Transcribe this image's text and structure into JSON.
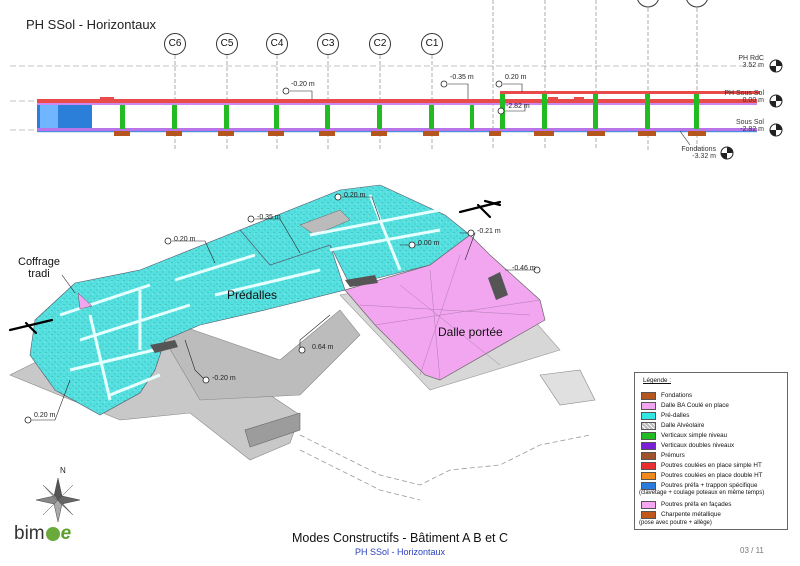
{
  "header": {
    "title": "PH SSol - Horizontaux"
  },
  "section": {
    "columns": [
      "C6",
      "C5",
      "C4",
      "C3",
      "C2",
      "C1"
    ],
    "levels": [
      {
        "name": "PH RdC",
        "value": "3.52 m"
      },
      {
        "name": "PH Sous Sol",
        "value": "0.00 m"
      },
      {
        "name": "Sous Sol",
        "value": "-2.82 m"
      },
      {
        "name": "Fondations",
        "value": "-3.32 m"
      }
    ],
    "callouts": [
      "-0.20 m",
      "-0.35 m",
      "0.20 m",
      "-2.82 m"
    ]
  },
  "plan": {
    "callouts": [
      "0.20 m",
      "-0.35 m",
      "0.20 m",
      "0.00 m",
      "-0.21 m",
      "-0.46 m",
      "0.64 m",
      "-0.20 m",
      "0.20 m"
    ],
    "labels": {
      "coffrage": "Coffrage\ntradi",
      "predalles": "Prédalles",
      "dalle": "Dalle portée"
    }
  },
  "legend": {
    "title": "Légende :",
    "items": [
      {
        "label": "Fondations",
        "color": "#b5561f"
      },
      {
        "label": "Dalle BA Coulé en place",
        "color": "#f2a6ef"
      },
      {
        "label": "Pré-dalles",
        "color": "#33e6e6"
      },
      {
        "label": "Dalle Alvéolaire",
        "color": "#cccccc"
      },
      {
        "label": "Verticaux simple niveau",
        "color": "#22bb22"
      },
      {
        "label": "Verticaux doubles niveaux",
        "color": "#7a1fd6"
      },
      {
        "label": "Prémurs",
        "color": "#a0522d"
      },
      {
        "label": "Poutres coulées en place simple HT",
        "color": "#e83030"
      },
      {
        "label": "Poutres coulées en place double HT",
        "color": "#f08a1c"
      },
      {
        "label": "Poutres préfa + trappon spécifique",
        "color": "#2a7be0"
      },
      {
        "label": "Poutres préfa en façades",
        "color": "#f6a6f0"
      },
      {
        "label": "Charpente métallique",
        "color": "#c0581e"
      }
    ],
    "notes": [
      "(clavetage + coulage poteaux en même temps)",
      "(pose avec poutre + allège)"
    ]
  },
  "footer": {
    "title": "Modes Constructifs - Bâtiment A B et C",
    "subtitle": "PH SSol - Horizontaux",
    "page": "03 / 11"
  },
  "logo": {
    "text_left": "bim",
    "text_right": "e"
  },
  "compass": {
    "letter": "N"
  }
}
